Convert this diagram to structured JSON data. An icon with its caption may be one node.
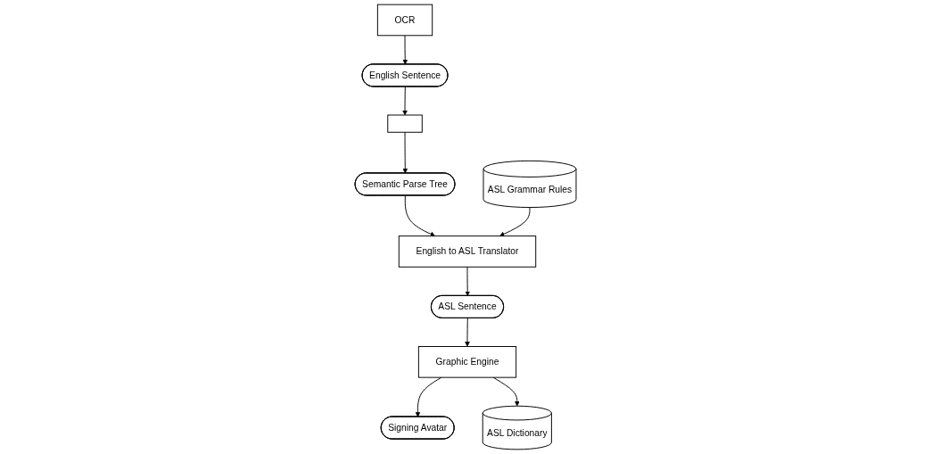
{
  "diagram": {
    "nodes": [
      {
        "text": [
          "OCR"
        ]
      },
      {
        "text": [
          "English Sentence"
        ]
      },
      {
        "text": [],
        "shape": "box"
      },
      {
        "text": [
          "Semantic Parse Tree"
        ]
      },
      {
        "text": [
          "English to ASL Translator"
        ]
      },
      {
        "text": [
          "ASL Grammar Rules"
        ]
      },
      {
        "text": [
          "ASL Sentence"
        ]
      },
      {
        "text": [
          "Graphic Engine"
        ]
      },
      {
        "text": [
          "Signing Avatar"
        ]
      },
      {
        "text": [
          "ASL Dictionary"
        ]
      }
    ],
    "edges": [
      {
        "from": 0,
        "to": 1,
        "arrow": "to"
      },
      {
        "from": 1,
        "to": 2,
        "arrow": "to"
      },
      {
        "from": 2,
        "to": 3,
        "arrow": "to"
      },
      {
        "from": 3,
        "to": 4,
        "arrow": "to"
      },
      {
        "from": 5,
        "to": 4,
        "arrow": "to"
      },
      {
        "from": 4,
        "to": 6,
        "arrow": "to"
      },
      {
        "from": 6,
        "to": 7,
        "arrow": "to"
      },
      {
        "from": 7,
        "to": 8,
        "arrow": "to"
      },
      {
        "from": 7,
        "to": 9,
        "arrow": "to"
      }
    ]
  }
}
